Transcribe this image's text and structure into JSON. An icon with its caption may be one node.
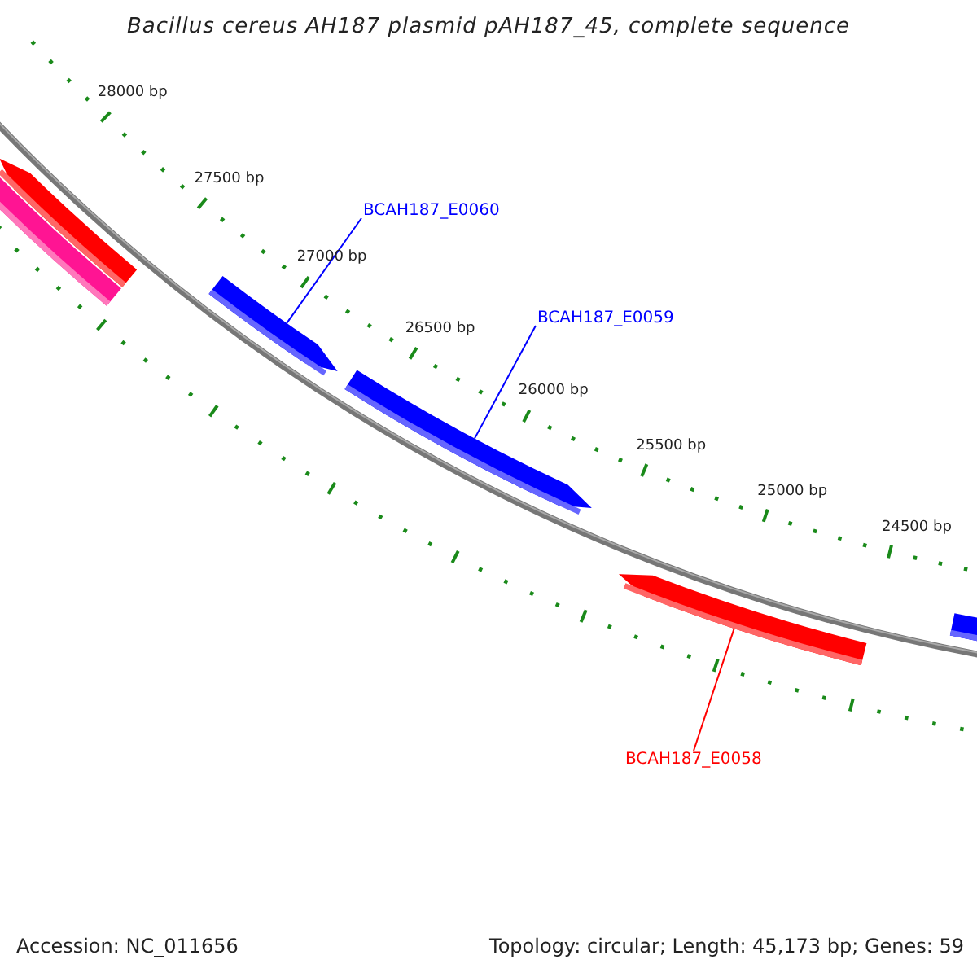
{
  "diagram": {
    "title": "Bacillus cereus AH187 plasmid pAH187_45, complete sequence",
    "nodes": [
      {
        "text": [
          "BCAH187_E0060"
        ]
      },
      {
        "text": [
          "BCAH187_E0059"
        ]
      },
      {
        "text": [
          "BCAH187_E0058"
        ]
      },
      {
        "text": [],
        "shape": "arrow"
      },
      {
        "text": [],
        "shape": "arrow"
      },
      {
        "text": [],
        "shape": "arrow"
      }
    ],
    "edges": [
      {
        "from": 0,
        "to": 3,
        "arrow": "none"
      },
      {
        "from": 1,
        "to": 4,
        "arrow": "none"
      },
      {
        "from": 2,
        "to": 5,
        "arrow": "none",
        "color": "#ff0000"
      }
    ],
    "labels": [
      "28000 bp",
      "27500 bp",
      "27000 bp",
      "26500 bp",
      "26000 bp",
      "25500 bp",
      "25000 bp",
      "24500 bp",
      "Accession: NC_011656",
      "Topology: circular; Length: 45,173 bp; Genes: 59"
    ]
  }
}
